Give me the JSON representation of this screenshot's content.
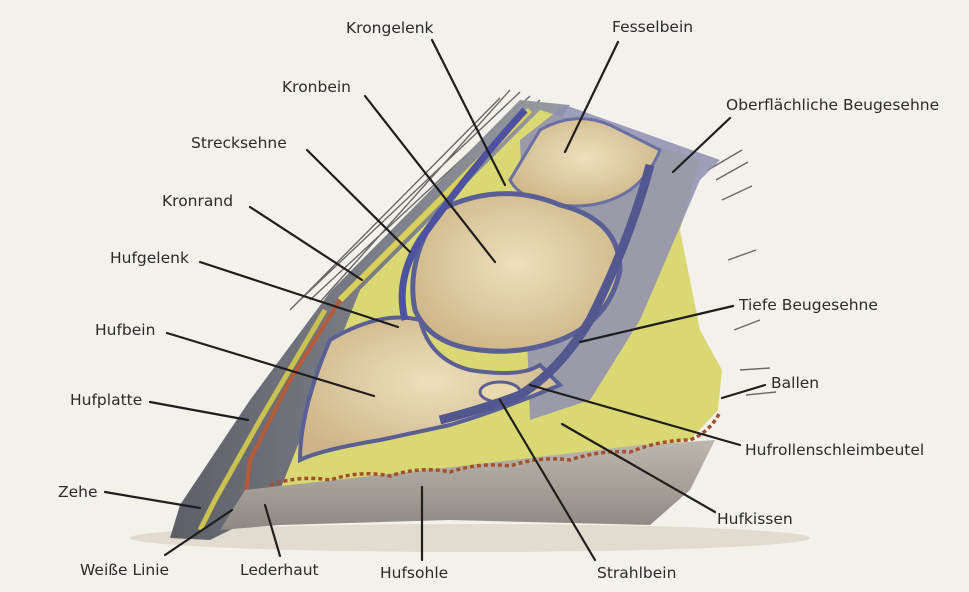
{
  "labels": {
    "krongelenk": "Krongelenk",
    "fesselbein": "Fesselbein",
    "kronbein": "Kronbein",
    "oberflaechliche_beugesehne": "Oberflächliche Beugesehne",
    "strecksehne": "Strecksehne",
    "kronrand": "Kronrand",
    "hufgelenk": "Hufgelenk",
    "tiefe_beugesehne": "Tiefe Beugesehne",
    "hufbein": "Hufbein",
    "ballen": "Ballen",
    "hufplatte": "Hufplatte",
    "hufrollenschleimbeutel": "Hufrollenschleimbeutel",
    "zehe": "Zehe",
    "hufkissen": "Hufkissen",
    "weisse_linie": "Weiße Linie",
    "lederhaut": "Lederhaut",
    "hufsohle": "Hufsohle",
    "strahlbein": "Strahlbein"
  },
  "colors": {
    "background": "#f3f1ec",
    "bone": "#e6d3a6",
    "tendon": "#6a6fa6",
    "cushion": "#d9d873",
    "hoof_wall": "#7d7f88",
    "sole": "#a9a49d",
    "dermis": "#b65a3a",
    "label_text": "#2a2a2a"
  }
}
